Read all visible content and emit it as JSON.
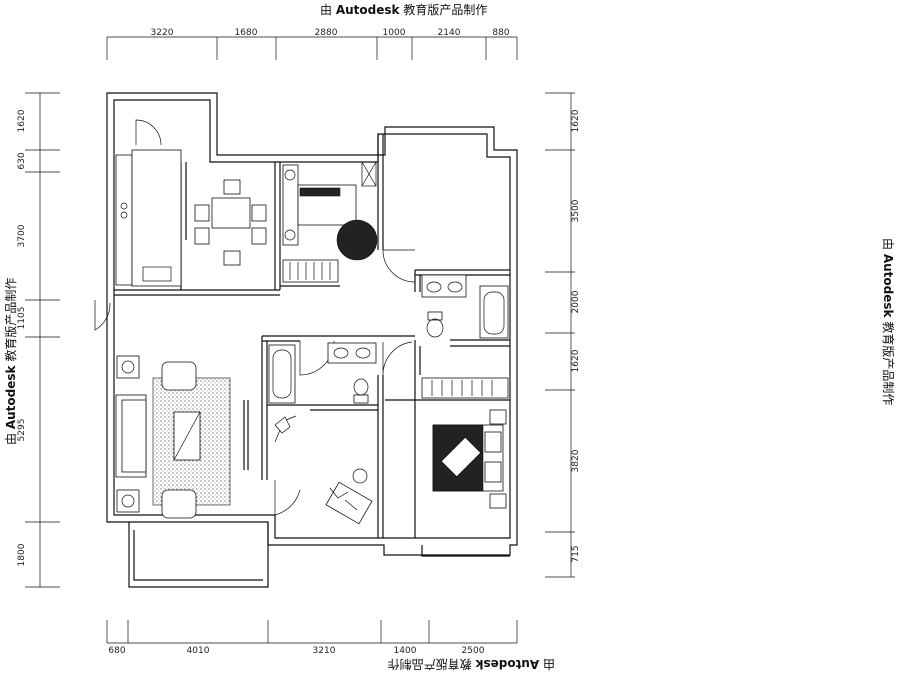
{
  "watermark": {
    "prefix": "由",
    "brand": "Autodesk",
    "suffix": "教育版产品制作"
  },
  "dimensions": {
    "top": [
      "3220",
      "1680",
      "2880",
      "1000",
      "2140",
      "880"
    ],
    "bottom": [
      "680",
      "4010",
      "3210",
      "1400",
      "2500"
    ],
    "left": [
      "1620",
      "630",
      "3700",
      "1105",
      "5295",
      "1800"
    ],
    "right": [
      "1620",
      "3500",
      "2000",
      "1620",
      "3820",
      "715"
    ]
  },
  "colors": {
    "line": "#111111",
    "background": "#ffffff"
  }
}
